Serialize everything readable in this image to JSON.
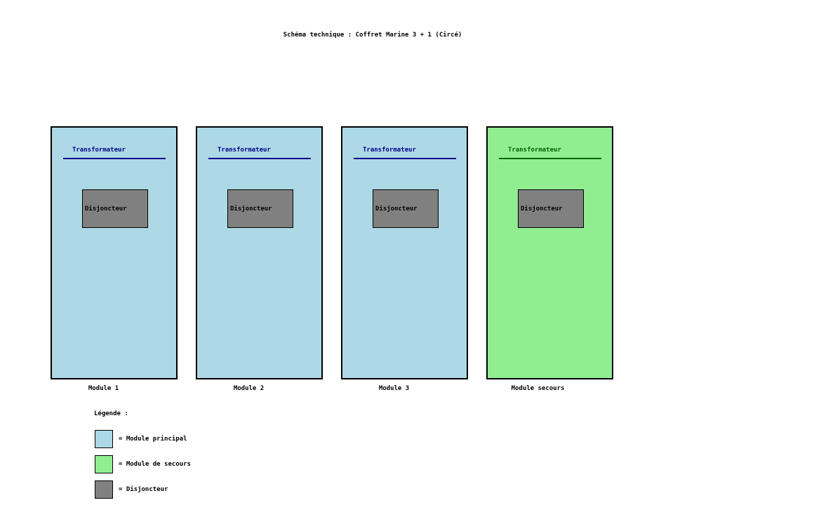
{
  "title": "Schéma technique : Coffret Marine 3 + 1 (Circé)",
  "colors": {
    "main_module_fill": "#add8e6",
    "backup_module_fill": "#90ee90",
    "breaker_fill": "#808080",
    "main_trafo_color": "#00008b",
    "backup_trafo_color": "#006400",
    "border": "#000000"
  },
  "modules": [
    {
      "trafo_label": "Transformateur",
      "breaker_label": "Disjoncteur",
      "caption": "Module 1",
      "kind": "main"
    },
    {
      "trafo_label": "Transformateur",
      "breaker_label": "Disjoncteur",
      "caption": "Module 2",
      "kind": "main"
    },
    {
      "trafo_label": "Transformateur",
      "breaker_label": "Disjoncteur",
      "caption": "Module 3",
      "kind": "main"
    },
    {
      "trafo_label": "Transformateur",
      "breaker_label": "Disjoncteur",
      "caption": "Module secours",
      "kind": "backup"
    }
  ],
  "legend": {
    "title": "Légende :",
    "items": [
      {
        "label": "= Module principal",
        "swatch": "#add8e6"
      },
      {
        "label": "= Module de secours",
        "swatch": "#90ee90"
      },
      {
        "label": "= Disjoncteur",
        "swatch": "#808080"
      }
    ]
  }
}
